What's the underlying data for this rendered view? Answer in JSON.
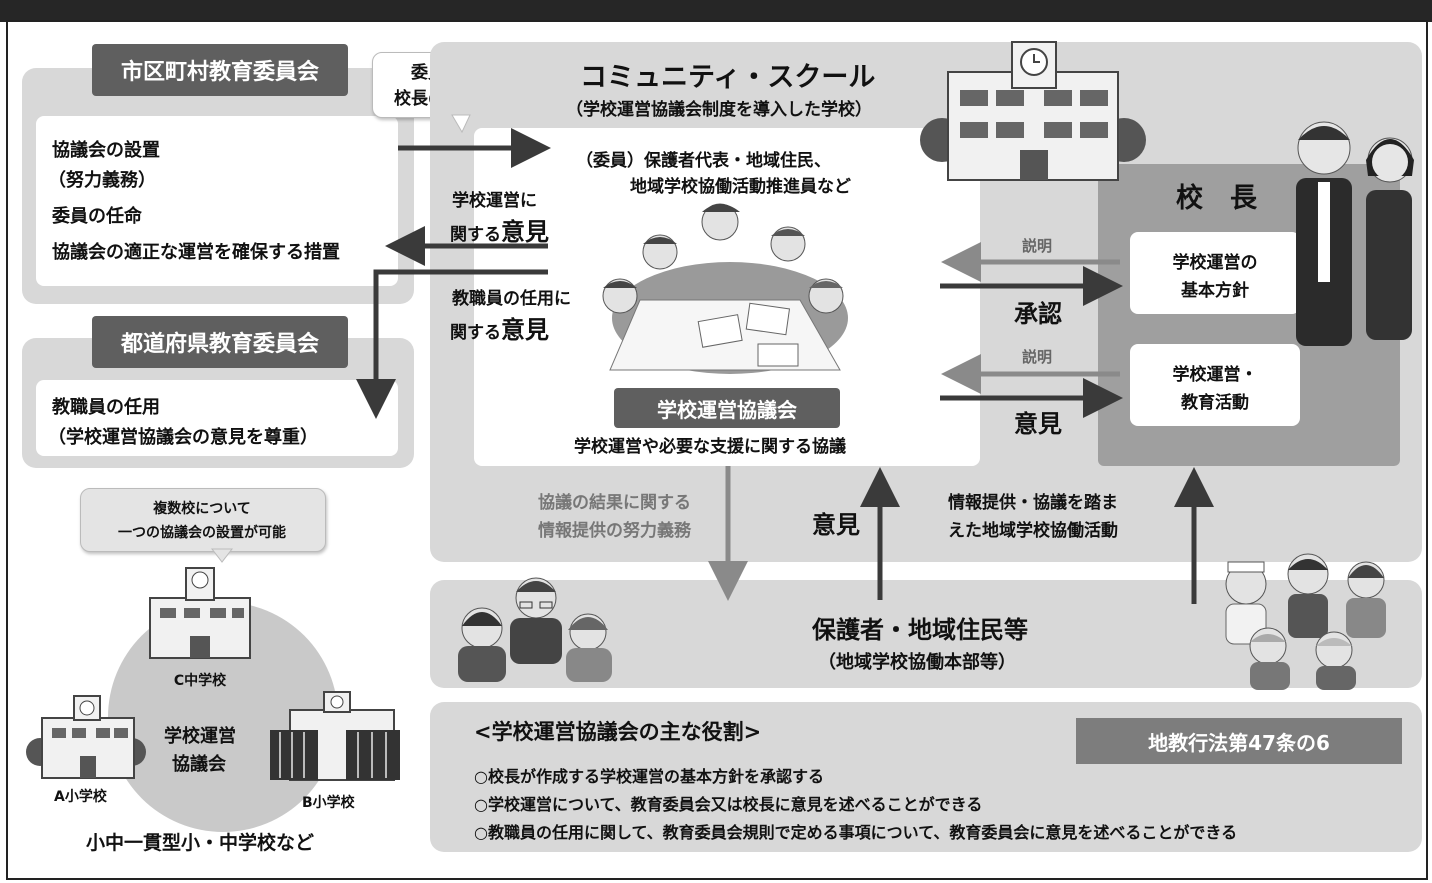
{
  "municipal": {
    "header": "市区町村教育委員会",
    "items": [
      "協議会の設置",
      "（努力義務）",
      "委員の任命",
      "協議会の適正な運営を確保する措置"
    ]
  },
  "prefectural": {
    "header": "都道府県教育委員会",
    "items": [
      "教職員の任用",
      "（学校運営協議会の意見を尊重）"
    ]
  },
  "callout_appoint": [
    "委員の任命に",
    "校長の意見を反映"
  ],
  "community": {
    "title": "コミュニティ・スクール",
    "subtitle": "（学校運営協議会制度を導入した学校）",
    "members": [
      "（委員）保護者代表・地域住民、",
      "地域学校協働活動推進員など"
    ],
    "council_label": "学校運営協議会",
    "council_desc": "学校運営や必要な支援に関する協議"
  },
  "opinions": {
    "school_op_pre": "学校運営に",
    "school_op_line2_a": "関する",
    "school_op_line2_b": "意見",
    "staff_op_pre": "教職員の任用に",
    "staff_op_line2_a": "関する",
    "staff_op_line2_b": "意見"
  },
  "principal": {
    "title": "校　長",
    "box1": [
      "学校運営の",
      "基本方針"
    ],
    "box2": [
      "学校運営・",
      "教育活動"
    ]
  },
  "flows": {
    "explain1": "説明",
    "approve": "承認",
    "explain2": "説明",
    "opinion": "意見",
    "result_info": [
      "協議の結果に関する",
      "情報提供の努力義務"
    ],
    "opinion_up": "意見",
    "info_provision": [
      "情報提供・協議を踏ま",
      "えた地域学校協働活動"
    ]
  },
  "guardians": {
    "title": "保護者・地域住民等",
    "subtitle": "（地域学校協働本部等）"
  },
  "multi": {
    "callout": [
      "複数校について",
      "一つの協議会の設置が可能"
    ],
    "c_school": "C中学校",
    "center": [
      "学校運営",
      "協議会"
    ],
    "a_school": "A小学校",
    "b_school": "B小学校",
    "caption": "小中一貫型小・中学校など"
  },
  "roles": {
    "title": "<学校運営協議会の主な役割>",
    "law": "地教行法第47条の6",
    "items": [
      "○校長が作成する学校運営の基本方針を承認する",
      "○学校運営について、教育委員会又は校長に意見を述べることができる",
      "○教職員の任用に関して、教育委員会規則で定める事項について、教育委員会に意見を述べることができる"
    ]
  },
  "colors": {
    "panel": "#d8d8d8",
    "dark": "#5f5f5f",
    "arrow": "#3a3a3a",
    "arrow_light": "#8a8a8a"
  }
}
